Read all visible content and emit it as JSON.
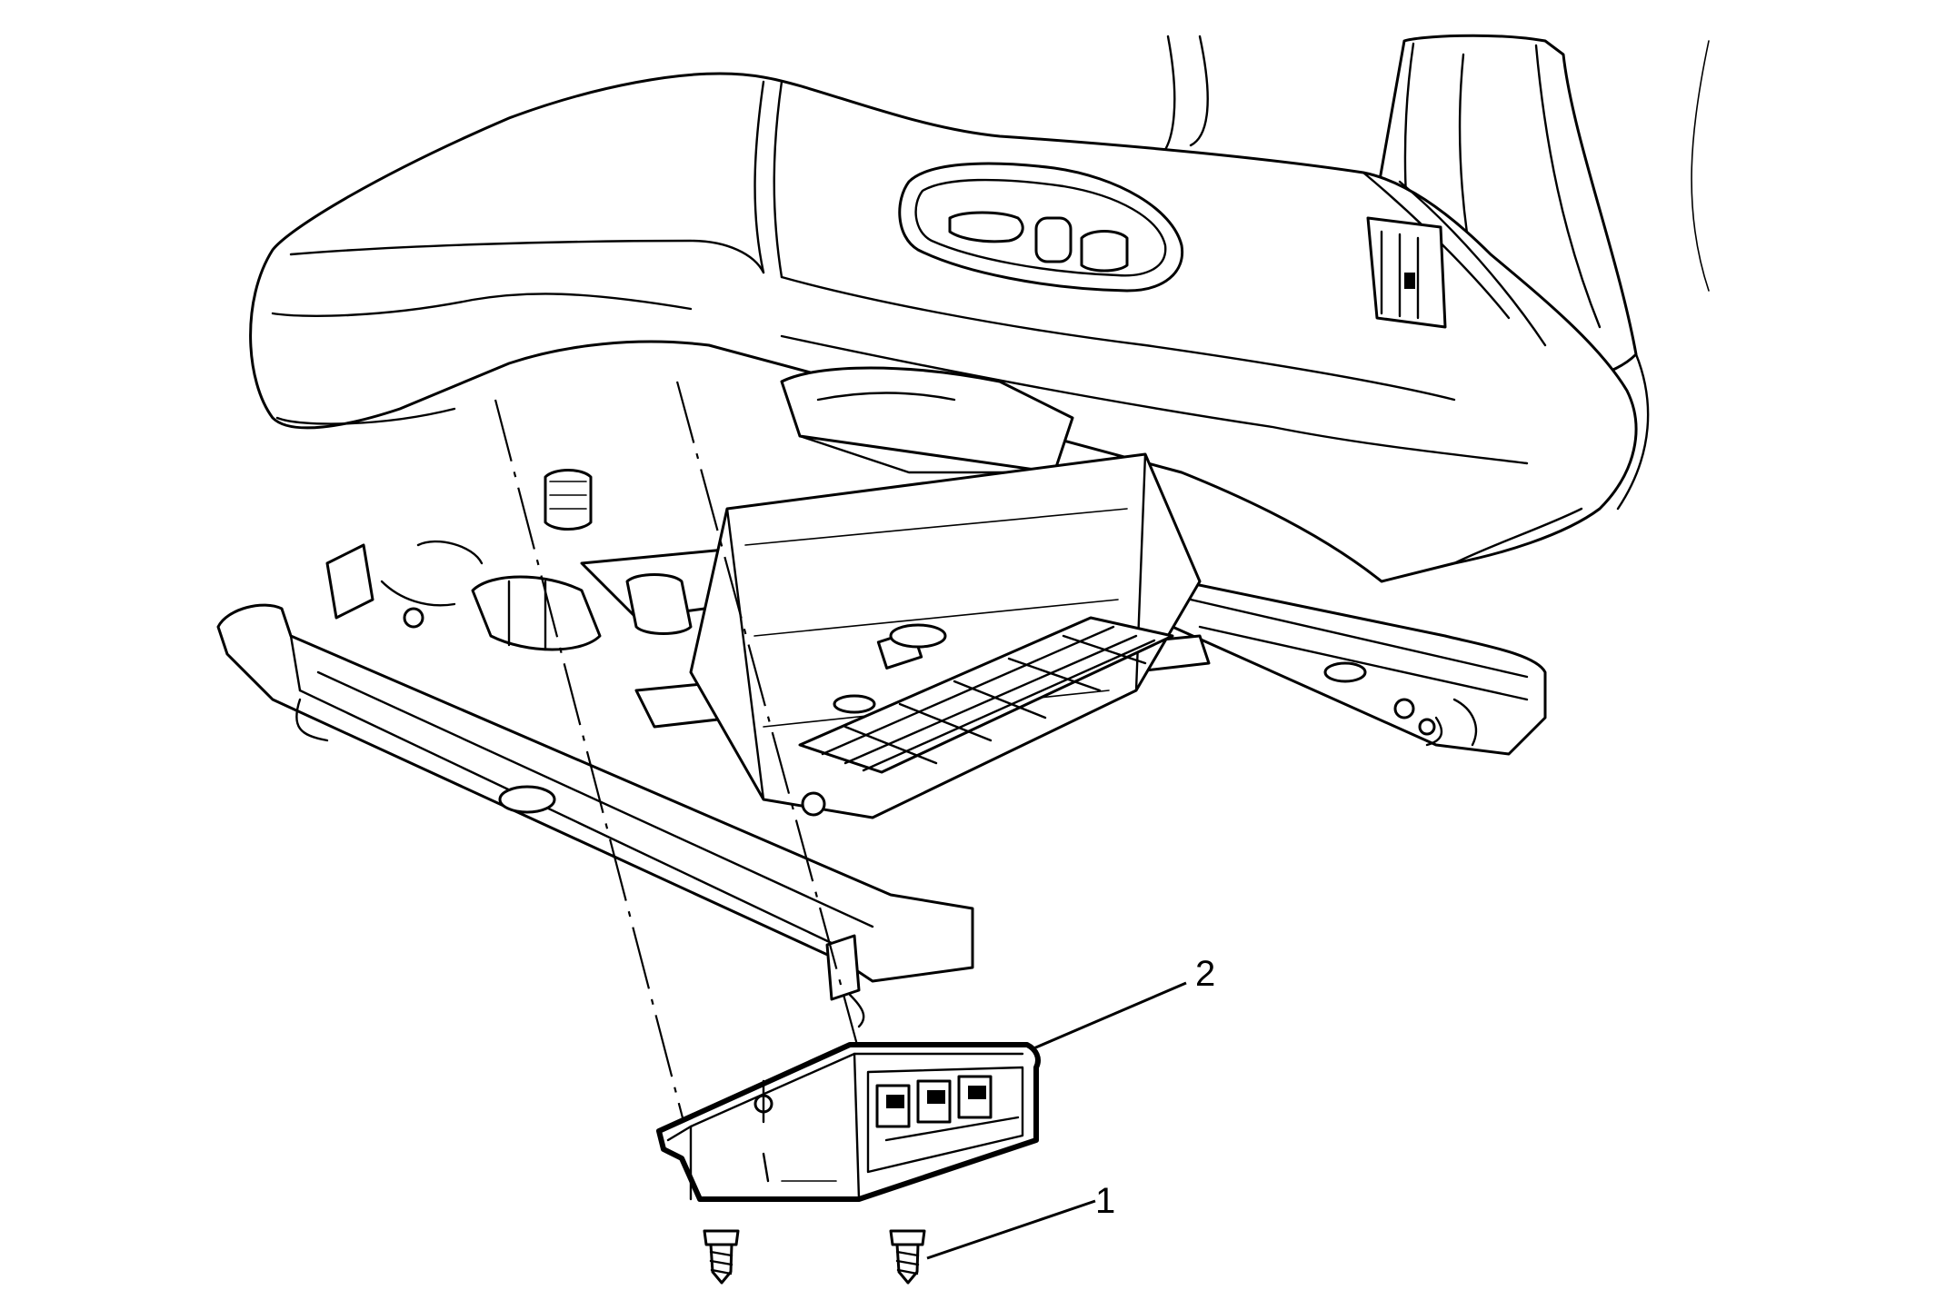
{
  "diagram": {
    "callouts": [
      {
        "id": "1",
        "label": "1"
      },
      {
        "id": "2",
        "label": "2"
      }
    ],
    "line_color": "#000000",
    "background": "#ffffff"
  }
}
